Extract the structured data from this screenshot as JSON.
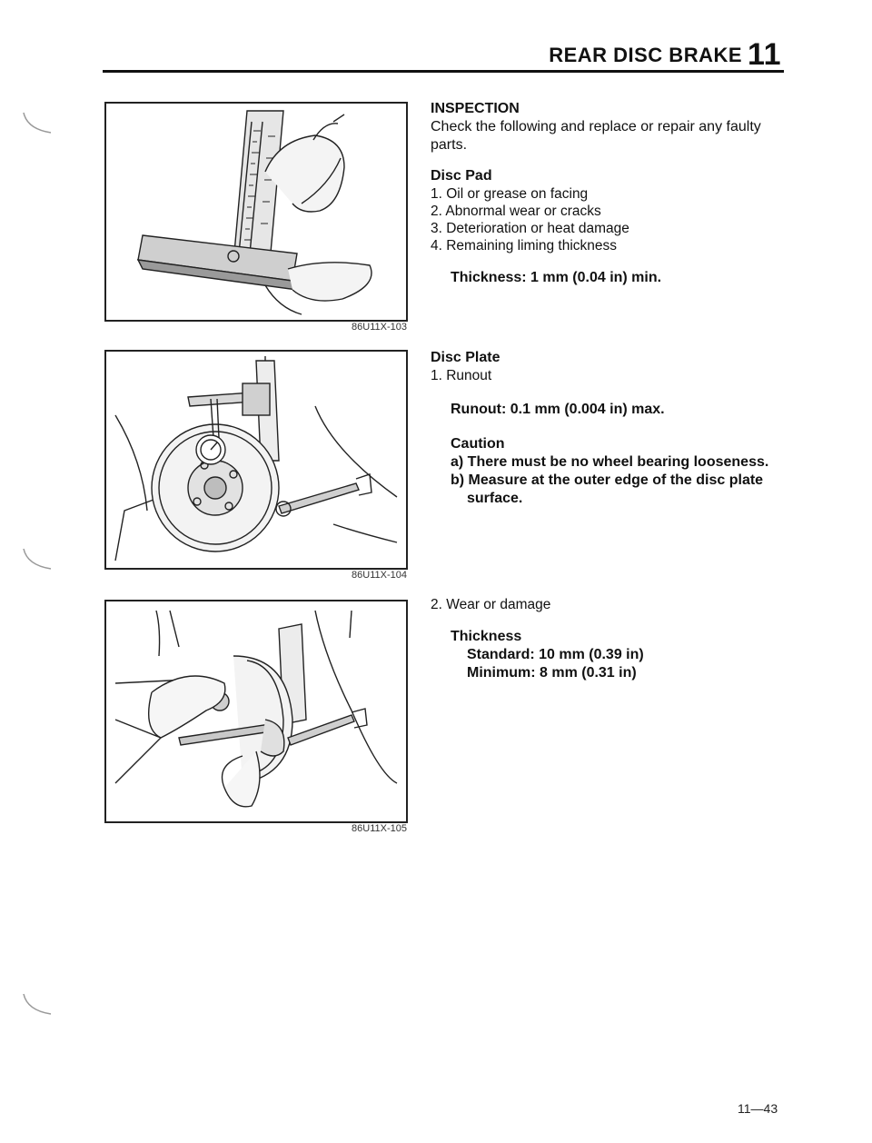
{
  "header": {
    "title": "REAR DISC BRAKE",
    "chapter": "11"
  },
  "figures": [
    {
      "code": "86U11X-103"
    },
    {
      "code": "86U11X-104"
    },
    {
      "code": "86U11X-105"
    }
  ],
  "inspection": {
    "heading": "INSPECTION",
    "intro_line1": "Check the following and replace or repair any faulty",
    "intro_line2": "parts."
  },
  "disc_pad": {
    "heading": "Disc Pad",
    "items": [
      "1. Oil or grease on facing",
      "2. Abnormal wear or cracks",
      "3. Deterioration or heat damage",
      "4. Remaining liming thickness"
    ],
    "spec": "Thickness: 1 mm (0.04 in) min."
  },
  "disc_plate": {
    "heading": "Disc Plate",
    "item1": "1. Runout",
    "runout_spec": "Runout: 0.1 mm (0.004 in) max.",
    "caution_heading": "Caution",
    "caution_a": "a) There must be no wheel bearing looseness.",
    "caution_b_line1": "b) Measure at the outer edge of the disc plate",
    "caution_b_line2": "surface.",
    "item2": "2. Wear or damage",
    "thickness_heading": "Thickness",
    "standard": "Standard: 10 mm (0.39 in)",
    "minimum": "Minimum: 8 mm (0.31 in)"
  },
  "page_number": "11—43"
}
